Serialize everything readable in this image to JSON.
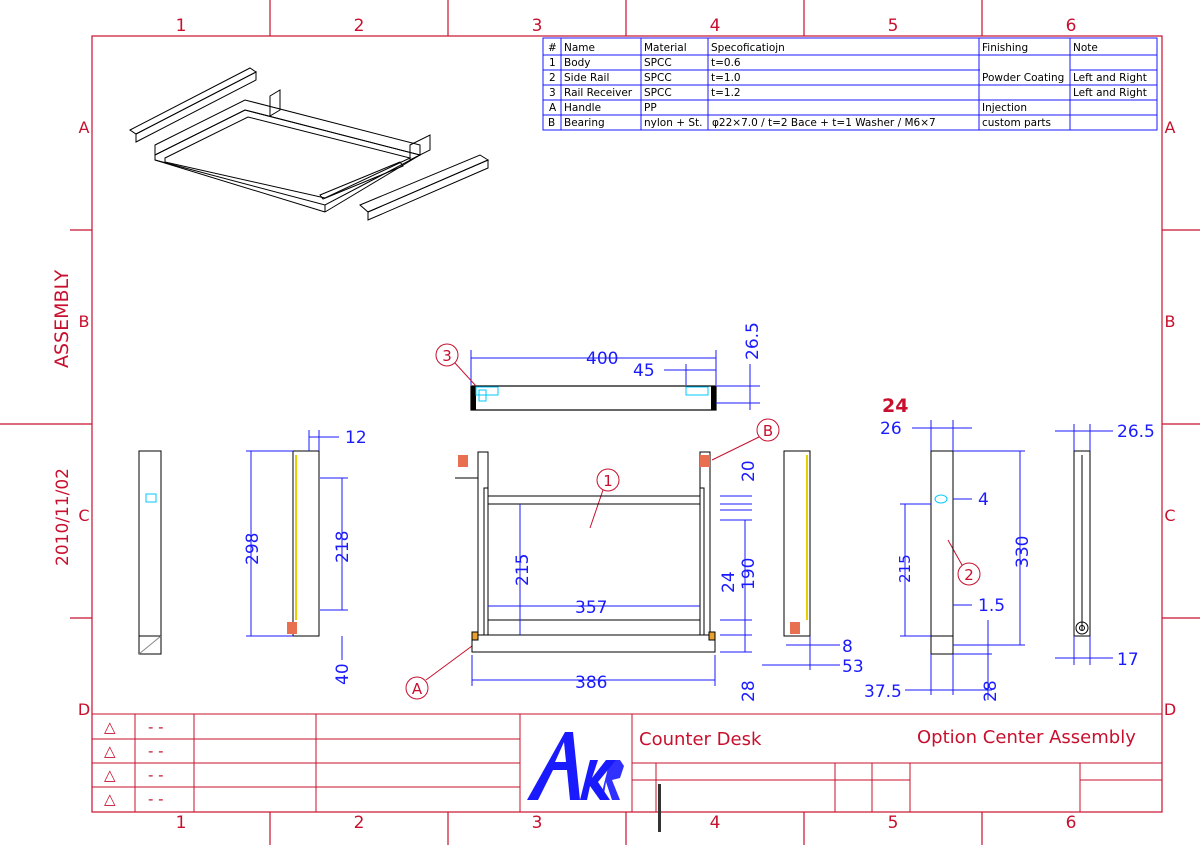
{
  "frame": {
    "columns_top": [
      "1",
      "2",
      "3",
      "4",
      "5",
      "6"
    ],
    "columns_bottom": [
      "1",
      "2",
      "3",
      "4",
      "5",
      "6"
    ],
    "rows_left": [
      "A",
      "B",
      "C",
      "D"
    ],
    "rows_right": [
      "A",
      "B",
      "C",
      "D"
    ],
    "side_title": "ASSEMBLY",
    "side_date": "2010/11/02"
  },
  "parts_table": {
    "headers": [
      "#",
      "Name",
      "Material",
      "Specoficatiojn",
      "Finishing",
      "Note"
    ],
    "rows": [
      [
        "1",
        "Body",
        "SPCC",
        "t=0.6",
        "",
        ""
      ],
      [
        "2",
        "Side Rail",
        "SPCC",
        "t=1.0",
        "Powder Coating",
        "Left and Right"
      ],
      [
        "3",
        "Rail Receiver",
        "SPCC",
        "t=1.2",
        "",
        "Left and Right"
      ],
      [
        "A",
        "Handle",
        "PP",
        "",
        "Injection",
        ""
      ],
      [
        "B",
        "Bearing",
        "nylon + St.",
        "φ22×7.0 / t=2 Bace + t=1 Washer / M6×7",
        "custom parts",
        ""
      ]
    ]
  },
  "callouts": {
    "part3": "3",
    "partB": "B",
    "part1": "1",
    "partA": "A",
    "part2": "2"
  },
  "dimensions": {
    "rail_receiver_len": "400",
    "rail_receiver_45": "45",
    "rail_receiver_h": "26.5",
    "front_width": "357",
    "front_total": "386",
    "front_height": "215",
    "front_20": "20",
    "front_24": "24",
    "front_190": "190",
    "front_28": "28",
    "side_12": "12",
    "side_298": "298",
    "side_218": "218",
    "side_40": "40",
    "right_8": "8",
    "right_53": "53",
    "rail_24_red": "24",
    "rail_26": "26",
    "rail_4": "4",
    "rail_215": "215",
    "rail_330": "330",
    "rail_15": "1.5",
    "rail_375": "37.5",
    "rail_28": "28",
    "far_265": "26.5",
    "far_17": "17"
  },
  "title_block": {
    "revisions": [
      {
        "mark": "△",
        "text": "- -"
      },
      {
        "mark": "△",
        "text": "- -"
      },
      {
        "mark": "△",
        "text": "- -"
      },
      {
        "mark": "△",
        "text": "- -"
      }
    ],
    "logo": "AKR",
    "product": "Counter Desk",
    "drawing_title": "Option Center Assembly"
  },
  "colors": {
    "frame": "#c8102e",
    "dimension": "#1a1aff",
    "part": "#000000"
  }
}
